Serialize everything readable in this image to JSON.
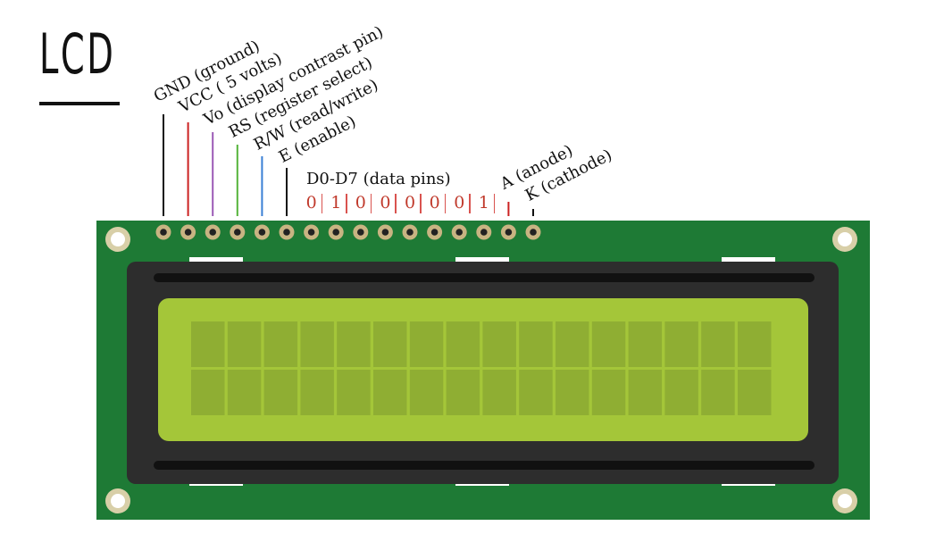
{
  "title": "LCD",
  "colors": {
    "board": "#1e7a35",
    "bezel": "#2d2d2d",
    "screen": "#a4c639",
    "cell": "#8fae33",
    "pad": "#c8b482",
    "wire_gnd": "#111111",
    "wire_vcc": "#cc2222",
    "wire_vo": "#9b59b6",
    "wire_rs": "#55b33a",
    "wire_rw": "#3a7fd5",
    "wire_e": "#111111",
    "wire_a": "#cc2222",
    "wire_k": "#111111"
  },
  "pins": [
    {
      "label": "GND (ground)",
      "wire": "wire_gnd"
    },
    {
      "label": "VCC ( 5 volts)",
      "wire": "wire_vcc"
    },
    {
      "label": "Vo (display contrast pin)",
      "wire": "wire_vo"
    },
    {
      "label": "RS (register select)",
      "wire": "wire_rs"
    },
    {
      "label": "R/W (read/write)",
      "wire": "wire_rw"
    },
    {
      "label": "E (enable)",
      "wire": "wire_e"
    }
  ],
  "data_pins_label": "D0-D7 (data pins)",
  "data_bits": [
    "0",
    "1",
    "0",
    "0",
    "0",
    "0",
    "0",
    "1"
  ],
  "anode_label": "A (anode)",
  "cathode_label": "K (cathode)",
  "display": {
    "columns": 16,
    "rows": 2
  }
}
